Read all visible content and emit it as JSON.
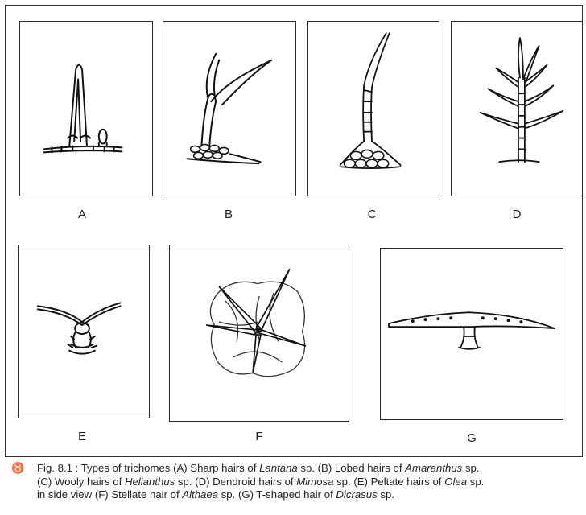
{
  "panels": [
    {
      "id": "A",
      "label": "A"
    },
    {
      "id": "B",
      "label": "B"
    },
    {
      "id": "C",
      "label": "C"
    },
    {
      "id": "D",
      "label": "D"
    },
    {
      "id": "E",
      "label": "E"
    },
    {
      "id": "F",
      "label": "F"
    },
    {
      "id": "G",
      "label": "G"
    }
  ],
  "caption": {
    "mark": "♉",
    "lines": [
      [
        "Fig. 8.1 : Types of trichomes (A) Sharp hairs of ",
        "Lantana",
        " sp. (B) Lobed hairs of ",
        "Amaranthus",
        " sp."
      ],
      [
        "(C) Wooly hairs of ",
        "Helianthus",
        " sp. (D) Dendroid hairs of ",
        "Mimosa",
        " sp. (E) Peltate hairs of ",
        "Olea",
        " sp."
      ],
      [
        "in side view (F) Stellate hair of ",
        "Althaea",
        " sp. (G) T-shaped hair of ",
        "Dicrasus",
        " sp."
      ]
    ]
  }
}
